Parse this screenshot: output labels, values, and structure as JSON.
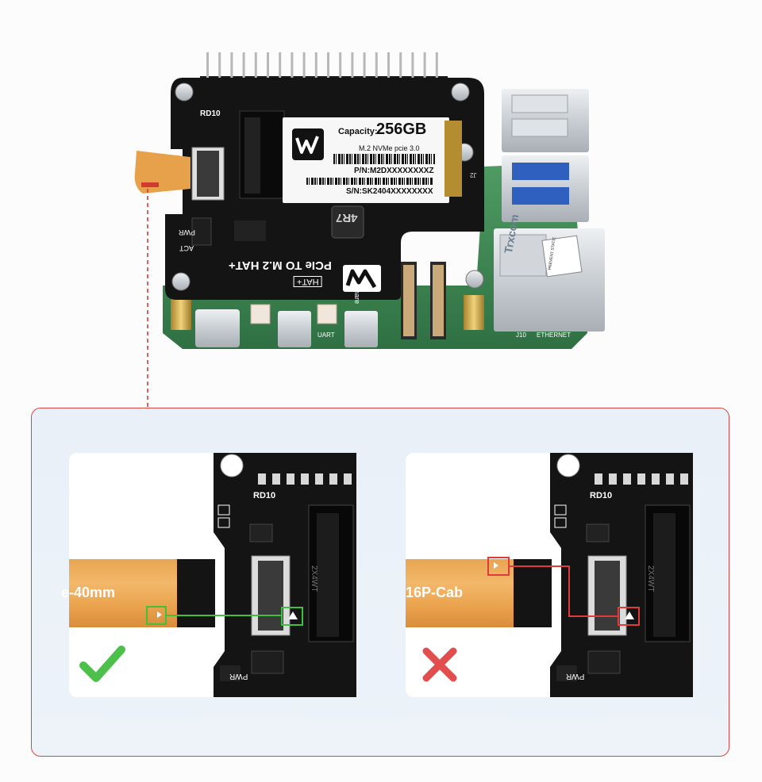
{
  "ssd": {
    "capacity_label": "Capacity:",
    "capacity_value": "256GB",
    "spec": "M.2 NVMe pcie 3.0",
    "part_number": "P/N:M2DXXXXXXXXZ",
    "serial_number": "S/N:SK2404XXXXXXXX"
  },
  "board": {
    "title": "PCIe TO M.2 HAT+",
    "badge": "HAT+",
    "brand": "Waveshare",
    "inductor": "4R7",
    "pwr": "PWR",
    "act": "ACT",
    "ethernet": "ETHERNET",
    "uart": "UART",
    "j10": "J10",
    "ethernet_label": "Trxcom",
    "prevent_static": "PREVENT STATIC",
    "rd10": "RD10",
    "j2": "J2"
  },
  "comparison": {
    "correct": {
      "cable_text": "e-40mm",
      "rd10": "RD10",
      "pwr": "PWR",
      "connector_code": "2X4WT",
      "mark_icon": "check-mark-icon",
      "mark_color": "#4cc04a",
      "line_color": "#3ec23c"
    },
    "incorrect": {
      "cable_text": "16P-Cab",
      "rd10": "RD10",
      "pwr": "PWR",
      "connector_code": "2X4WT",
      "mark_icon": "cross-mark-icon",
      "mark_color": "#e24d4d",
      "line_color": "#e03a3a"
    }
  }
}
